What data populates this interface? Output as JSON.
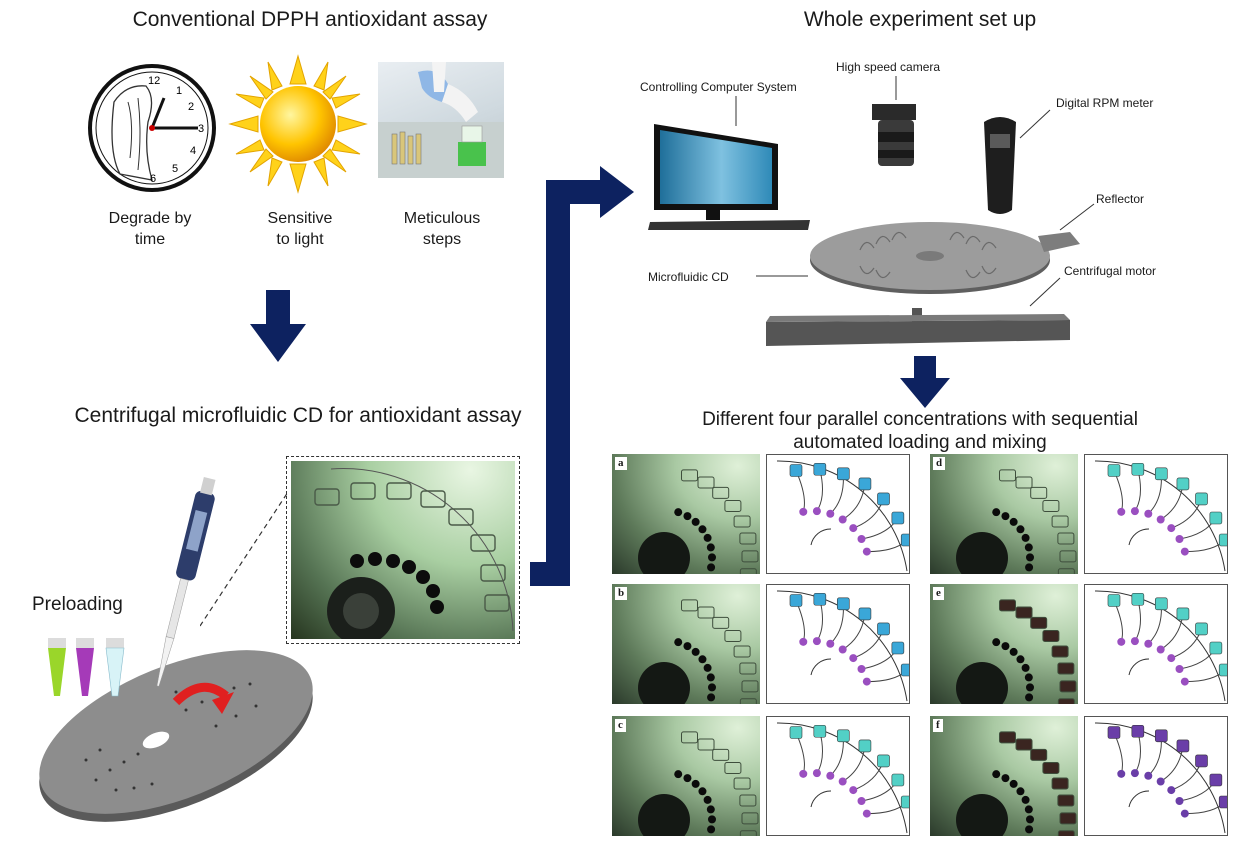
{
  "conventional": {
    "title": "Conventional DPPH antioxidant assay",
    "items": [
      {
        "line1": "Degrade by",
        "line2": "time"
      },
      {
        "line1": "Sensitive",
        "line2": "to light"
      },
      {
        "line1": "Meticulous",
        "line2": "steps"
      }
    ],
    "clock_numbers": [
      "12",
      "1",
      "2",
      "3",
      "4",
      "5",
      "6"
    ]
  },
  "centrifugal": {
    "title": "Centrifugal microfluidic CD for antioxidant assay",
    "preloading_label": "Preloading"
  },
  "setup": {
    "title": "Whole experiment set up",
    "labels": {
      "computer": "Controlling Computer System",
      "camera": "High speed camera",
      "rpm": "Digital RPM meter",
      "reflector": "Reflector",
      "cd": "Microfluidic CD",
      "motor": "Centrifugal motor"
    }
  },
  "results": {
    "title_line1": "Different four parallel concentrations with sequential",
    "title_line2": "automated loading and mixing",
    "panels": [
      {
        "letter": "a",
        "chamber_color": "#3aa7d8",
        "drop_color": "#9a4fc0"
      },
      {
        "letter": "b",
        "chamber_color": "#3aa7d8",
        "drop_color": "#9a4fc0"
      },
      {
        "letter": "c",
        "chamber_color": "#52d0c6",
        "drop_color": "#9a4fc0"
      },
      {
        "letter": "d",
        "chamber_color": "#52d0c6",
        "drop_color": "#9a4fc0"
      },
      {
        "letter": "e",
        "chamber_color": "#52d0c6",
        "drop_color": "#9a4fc0"
      },
      {
        "letter": "f",
        "chamber_color": "#6a3ea8",
        "drop_color": "#6a3ea8"
      }
    ]
  },
  "colors": {
    "arrow": "#0d2260",
    "sun": "#ffcc00",
    "disk": "#8a8a8a"
  }
}
